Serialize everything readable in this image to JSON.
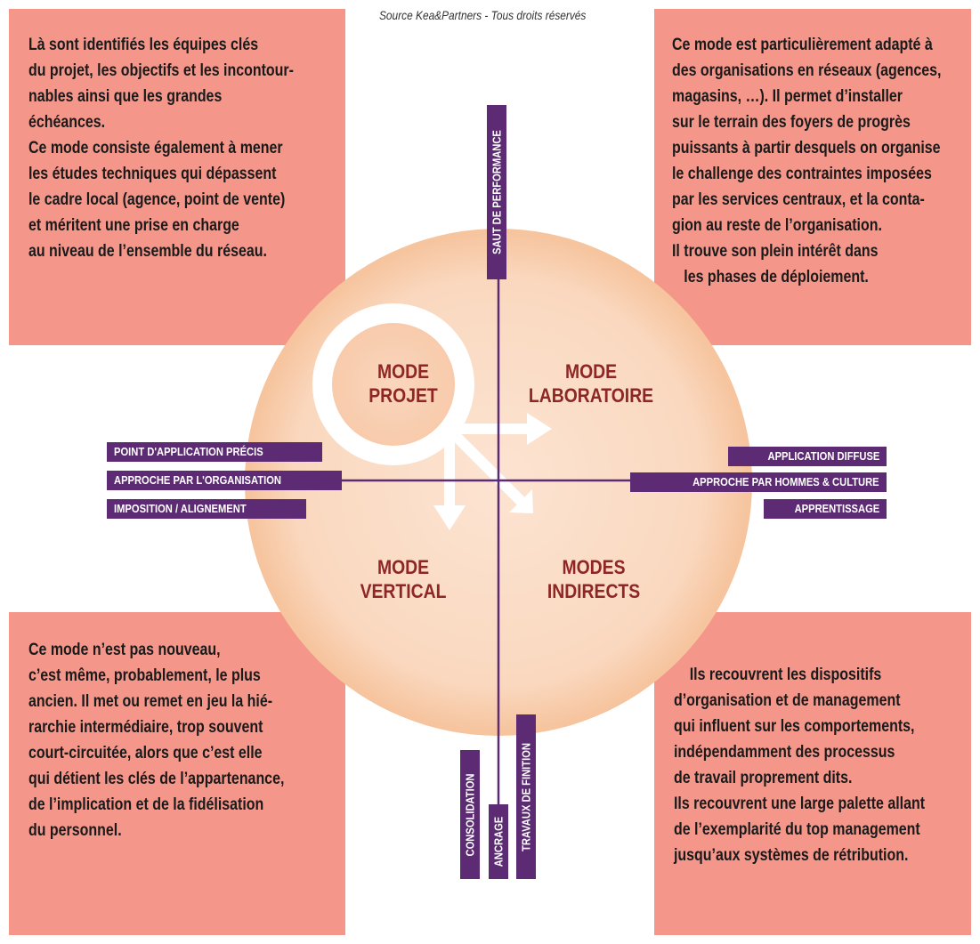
{
  "source_credit": "Source Kea&Partners - Tous droits réservés",
  "quadrants": {
    "projet": [
      "MODE",
      "PROJET"
    ],
    "laboratoire": [
      "MODE",
      "LABORATOIRE"
    ],
    "vertical": [
      "MODE",
      "VERTICAL"
    ],
    "indirects": [
      "MODES",
      "INDIRECTS"
    ]
  },
  "axis_tags": {
    "top": "SAUT DE PERFORMANCE",
    "bottom": [
      "CONSOLIDATION",
      "ANCRAGE",
      "TRAVAUX DE FINITION"
    ],
    "left": [
      "POINT D'APPLICATION PRÉCIS",
      "APPROCHE PAR L'ORGANISATION",
      "IMPOSITION / ALIGNEMENT"
    ],
    "right": [
      "APPLICATION DIFFUSE",
      "APPROCHE PAR HOMMES & CULTURE",
      "APPRENTISSAGE"
    ]
  },
  "boxes": {
    "top_left": [
      "Là sont identifiés les équipes clés",
      "du projet, les objectifs et les incontour-",
      "nables ainsi que les grandes",
      "échéances.",
      "Ce mode consiste également à mener",
      "les études techniques qui dépassent",
      "le cadre local (agence, point de vente)",
      "et méritent une prise en charge",
      "au niveau de l’ensemble du réseau."
    ],
    "top_right": [
      "Ce mode est particulièrement adapté à",
      "des organisations en réseaux (agences,",
      "magasins, …). Il permet d’installer",
      "sur le terrain des foyers de progrès",
      "puissants à partir desquels on organise",
      "le challenge des contraintes imposées",
      "par les services centraux, et la conta-",
      "gion au reste de l’organisation.",
      "Il trouve son plein intérêt dans",
      "   les phases de déploiement."
    ],
    "bottom_left": [
      "Ce mode n’est pas nouveau,",
      "c’est même, probablement, le plus",
      "ancien. Il met ou remet en jeu la hié-",
      "rarchie intermédiaire, trop souvent",
      "court-circuitée, alors que c’est elle",
      "qui détient les clés de l’appartenance,",
      "de l’implication et de la fidélisation",
      "du personnel."
    ],
    "bottom_right": [
      "    Ils recouvrent les dispositifs",
      "d’organisation et de management",
      "qui influent sur les comportements,",
      "indépendamment des processus",
      "de travail proprement dits.",
      "Ils recouvrent une large palette allant",
      "de l’exemplarité du top management",
      "jusqu’aux systèmes de rétribution."
    ]
  },
  "colors": {
    "box_fill": "#f4968a",
    "tag_fill": "#5c2b73",
    "label_color": "#8e2626",
    "circle_center": "#fbe0cc",
    "circle_edge": "#f7c6a0"
  }
}
